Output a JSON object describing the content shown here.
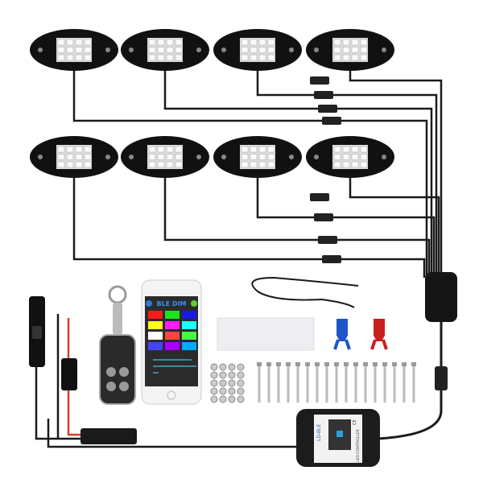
{
  "product": {
    "pod_count": 8,
    "app_title": "BLE DIM",
    "controller_brand": "LD-BLE",
    "controller_label": "LED CONTROLLER",
    "controller_mark": "CE"
  },
  "colors": {
    "pod_body": "#111111",
    "cable": "#1a1a1a",
    "red_wire": "#e23a2a",
    "blue_terminal": "#1d56c9",
    "red_terminal": "#c8201e",
    "app_bg": "#2b2b2b",
    "app_accent": "#2a7bd6",
    "swatches": [
      "#ff1a1a",
      "#19e619",
      "#1a1ae6",
      "#ffff1a",
      "#ff1aff",
      "#1affff",
      "#ffffff"
    ]
  }
}
